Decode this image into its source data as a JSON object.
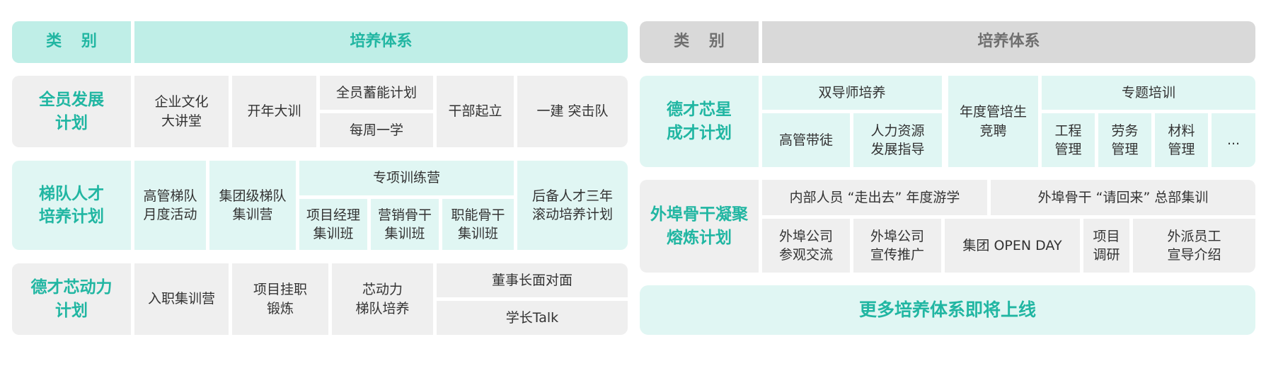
{
  "left": {
    "header": {
      "category": "类 别",
      "system": "培养体系"
    },
    "row1": {
      "category": "全员发展\n计划",
      "culture": "企业文化\n大讲堂",
      "kickoff": "开年大训",
      "energy": "全员蓄能计划",
      "weekly": "每周一学",
      "cadre": "干部起立",
      "strike": "一建 突击队"
    },
    "row2": {
      "category": "梯队人才\n培养计划",
      "exec_monthly": "高管梯队\n月度活动",
      "group_camp": "集团级梯队\n集训营",
      "special_camp": "专项训练营",
      "pm_class": "项目经理\n集训班",
      "sales_class": "营销骨干\n集训班",
      "func_class": "职能骨干\n集训班",
      "reserve": "后备人才三年\n滚动培养计划"
    },
    "row3": {
      "category": "德才芯动力\n计划",
      "onboard": "入职集训营",
      "post": "项目挂职\n锻炼",
      "core": "芯动力\n梯队培养",
      "chairman": "董事长面对面",
      "senior": "学长Talk"
    }
  },
  "right": {
    "header": {
      "category": "类 别",
      "system": "培养体系"
    },
    "row1": {
      "category": "德才芯星\n成才计划",
      "dual_mentor": "双导师培养",
      "exec_mentor": "高管带徒",
      "hr_guide": "人力资源\n发展指导",
      "trainee": "年度管培生\n竞聘",
      "topic": "专题培训",
      "engineering": "工程\n管理",
      "labor": "劳务\n管理",
      "material": "材料\n管理",
      "more_dots": "..."
    },
    "row2": {
      "category": "外埠骨干凝聚\n熔炼计划",
      "go_out": "内部人员 “走出去” 年度游学",
      "bring_back": "外埠骨干 “请回来” 总部集训",
      "visit": "外埠公司\n参观交流",
      "promo": "外埠公司\n宣传推广",
      "open_day": "集团 OPEN DAY",
      "research": "项目\n调研",
      "expat": "外派员工\n宣导介绍"
    },
    "more": "更多培养体系即将上线"
  },
  "colors": {
    "accent": "#21b6a2",
    "mint_light": "#e0f6f3",
    "mint_header": "#bfeee7",
    "gray_light": "#efefef",
    "gray_header": "#d9d9d9"
  }
}
